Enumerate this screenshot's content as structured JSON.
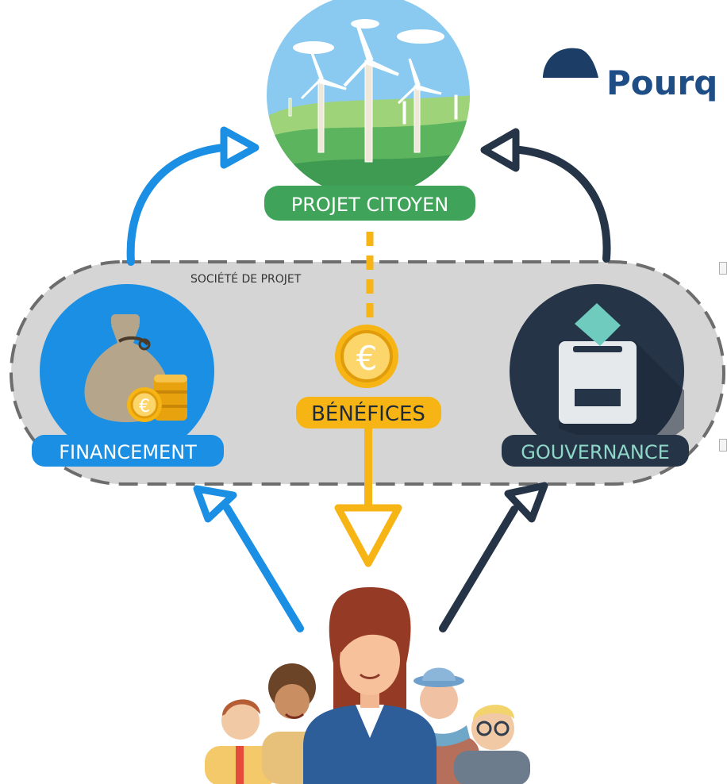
{
  "diagram": {
    "heading": "Pourq",
    "company_label": "SOCIÉTÉ DE PROJET",
    "project_label": "PROJET CITOYEN",
    "financing_label": "FINANCEMENT",
    "governance_label": "GOUVERNANCE",
    "profits_label": "BÉNÉFICES",
    "coin_symbol": "€",
    "small_coin_symbol": "€"
  },
  "colors": {
    "heading": "#1f4e87",
    "financing": "#1a8fe3",
    "governance": "#253447",
    "profits": "#f6b515",
    "project": "#3fa35a",
    "company_box": "#d5d5d5"
  },
  "icons": [
    "wind-turbine-icon",
    "money-bag-icon",
    "ballot-box-icon",
    "euro-coin-icon",
    "citizens-group-icon"
  ]
}
